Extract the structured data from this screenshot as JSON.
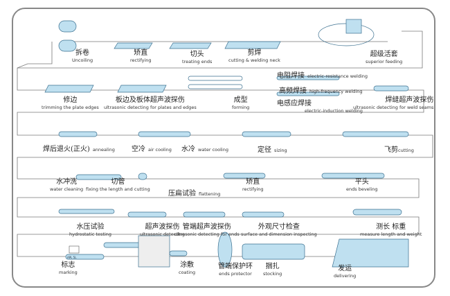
{
  "title": "Pipe production process flow",
  "colors": {
    "pipe": "#bfe0f0",
    "pipe_stroke": "#3a6f8f",
    "line": "#777777",
    "frame": "#888888"
  },
  "rows": [
    {
      "steps": [
        {
          "cn": "拆卷",
          "en": "Uncoiling"
        },
        {
          "cn": "矫直",
          "en": "rectifying"
        },
        {
          "cn": "切头",
          "en": "treating ends"
        },
        {
          "cn": "剪焊",
          "en": "cutting & welding neck"
        },
        {
          "cn": "超级活套",
          "en": "superior feeding"
        }
      ]
    },
    {
      "steps": [
        {
          "cn": "修边",
          "en": "trimming the plate edges"
        },
        {
          "cn": "板边及板体超声波探伤",
          "en": "ultrasonic detecting for plates and edges"
        },
        {
          "cn": "成型",
          "en": "forming"
        },
        {
          "cn": "电阻焊接",
          "en": "electric-resistance welding"
        },
        {
          "cn": "高频焊接",
          "en": "high-frequency welding"
        },
        {
          "cn": "电感应焊接",
          "en": "electric-induction welding"
        },
        {
          "cn": "焊缝超声波探伤",
          "en": "ultrasonic detecting for weld seams"
        }
      ]
    },
    {
      "steps": [
        {
          "cn": "焊后退火(正火)",
          "en": "annealing"
        },
        {
          "cn": "空冷",
          "en": "air cooling"
        },
        {
          "cn": "水冷",
          "en": "water cooling"
        },
        {
          "cn": "定径",
          "en": "sizing"
        },
        {
          "cn": "飞剪",
          "en": "cutting"
        }
      ]
    },
    {
      "steps": [
        {
          "cn": "水冲洗",
          "en": "water cleaning"
        },
        {
          "cn": "切管",
          "en": "fixing the length and cutting"
        },
        {
          "cn": "压扁试验",
          "en": "flattening"
        },
        {
          "cn": "矫直",
          "en": "rectifying"
        },
        {
          "cn": "平头",
          "en": "ends beveling"
        }
      ]
    },
    {
      "steps": [
        {
          "cn": "水压试验",
          "en": "hydrostatic testing"
        },
        {
          "cn": "超声波探伤",
          "en": "ultrasonic detecting"
        },
        {
          "cn": "管端超声波探伤",
          "en": "ultrasonic detecting for ends"
        },
        {
          "cn": "外观尺寸检查",
          "en": "surface and dimension inspecting"
        },
        {
          "cn": "测长 标重",
          "en": "measure length and weight"
        }
      ]
    },
    {
      "steps": [
        {
          "cn": "标志",
          "en": "marking"
        },
        {
          "cn": "涂敷",
          "en": "coating"
        },
        {
          "cn": "管端保护环",
          "en": "ends protector"
        },
        {
          "cn": "捆扎",
          "en": "stocking"
        },
        {
          "cn": "发运",
          "en": "delivering"
        }
      ]
    }
  ],
  "marking_text": "APL  5L"
}
